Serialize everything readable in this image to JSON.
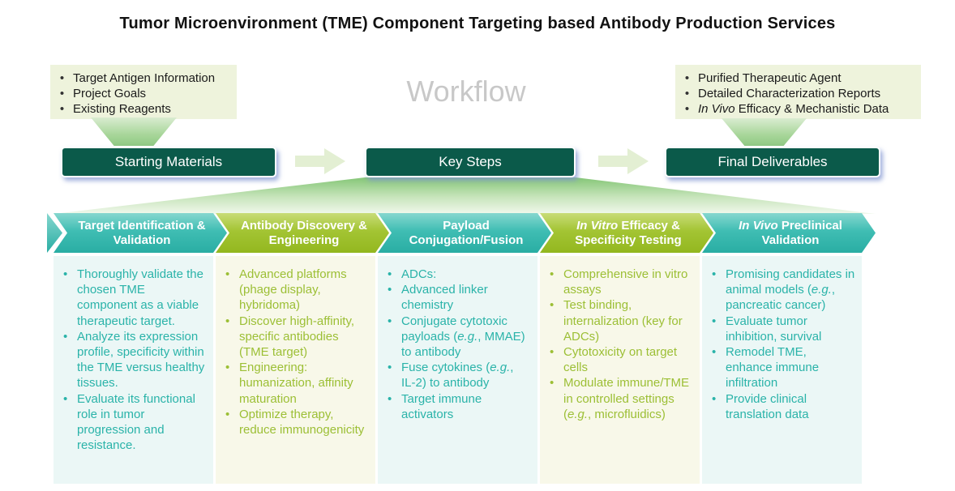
{
  "title": "Tumor Microenvironment (TME) Component Targeting based Antibody Production Services",
  "workflow_label": "Workflow",
  "colors": {
    "dark_teal": "#0b5a4a",
    "teal_text": "#2ab3a9",
    "green_text": "#9cbf35",
    "light_green_box": "#eef3dc",
    "pale_teal_col": "#ebf7f6",
    "pale_cream_col": "#f8f8e9",
    "arrow_green": "#e3efd3",
    "workflow_gray": "#c8c8c8"
  },
  "icons": {
    "flow_arrow": "right-block-arrow",
    "connector": "down-funnel",
    "bullet": "•"
  },
  "input_box": {
    "bullets": [
      [
        {
          "t": "Target Antigen Information"
        }
      ],
      [
        {
          "t": "Project Goals"
        }
      ],
      [
        {
          "t": "Existing Reagents"
        }
      ]
    ]
  },
  "output_box": {
    "bullets": [
      [
        {
          "t": "Purified Therapeutic Agent"
        }
      ],
      [
        {
          "t": "Detailed Characterization Reports"
        }
      ],
      [
        {
          "t": "In Vivo",
          "i": true
        },
        {
          "t": " Efficacy & Mechanistic Data"
        }
      ]
    ]
  },
  "stages": [
    {
      "label": "Starting Materials"
    },
    {
      "label": "Key Steps"
    },
    {
      "label": "Final Deliverables"
    }
  ],
  "pipeline": [
    {
      "theme": "teal",
      "header": [
        {
          "t": "Target Identification & Validation"
        }
      ],
      "bullets": [
        [
          {
            "t": "Thoroughly validate the chosen TME component as a viable therapeutic target."
          }
        ],
        [
          {
            "t": "Analyze its expression profile, specificity within the TME versus healthy tissues."
          }
        ],
        [
          {
            "t": "Evaluate its functional role in tumor progression and resistance."
          }
        ]
      ]
    },
    {
      "theme": "green",
      "header": [
        {
          "t": "Antibody Discovery & Engineering"
        }
      ],
      "bullets": [
        [
          {
            "t": "Advanced platforms (phage display, hybridoma)"
          }
        ],
        [
          {
            "t": "Discover high-affinity, specific antibodies (TME target)"
          }
        ],
        [
          {
            "t": "Engineering: humanization, affinity maturation"
          }
        ],
        [
          {
            "t": "Optimize therapy, reduce immunogenicity"
          }
        ]
      ]
    },
    {
      "theme": "teal",
      "header": [
        {
          "t": "Payload Conjugation/Fusion"
        }
      ],
      "bullets": [
        [
          {
            "t": "ADCs:"
          }
        ],
        [
          {
            "t": "Advanced linker chemistry"
          }
        ],
        [
          {
            "t": "Conjugate cytotoxic payloads ("
          },
          {
            "t": "e.g.",
            "i": true
          },
          {
            "t": ", MMAE) to antibody"
          }
        ],
        [
          {
            "t": "Fuse cytokines ("
          },
          {
            "t": "e.g.",
            "i": true
          },
          {
            "t": ", IL-2) to antibody"
          }
        ],
        [
          {
            "t": "Target immune activators"
          }
        ]
      ]
    },
    {
      "theme": "green",
      "header": [
        {
          "t": "In Vitro",
          "i": true
        },
        {
          "t": " Efficacy & Specificity Testing"
        }
      ],
      "bullets": [
        [
          {
            "t": "Comprehensive in vitro assays"
          }
        ],
        [
          {
            "t": "Test binding, internalization (key for ADCs)"
          }
        ],
        [
          {
            "t": "Cytotoxicity on target cells"
          }
        ],
        [
          {
            "t": "Modulate immune/TME in controlled settings ("
          },
          {
            "t": "e.g.",
            "i": true
          },
          {
            "t": ", microfluidics)"
          }
        ]
      ]
    },
    {
      "theme": "teal",
      "header": [
        {
          "t": "In Vivo",
          "i": true
        },
        {
          "t": " Preclinical Validation"
        }
      ],
      "bullets": [
        [
          {
            "t": "Promising candidates in animal models ("
          },
          {
            "t": "e.g.",
            "i": true
          },
          {
            "t": ", pancreatic cancer)"
          }
        ],
        [
          {
            "t": "Evaluate tumor inhibition, survival"
          }
        ],
        [
          {
            "t": "Remodel TME, enhance immune infiltration"
          }
        ],
        [
          {
            "t": "Provide clinical translation data"
          }
        ]
      ]
    }
  ]
}
